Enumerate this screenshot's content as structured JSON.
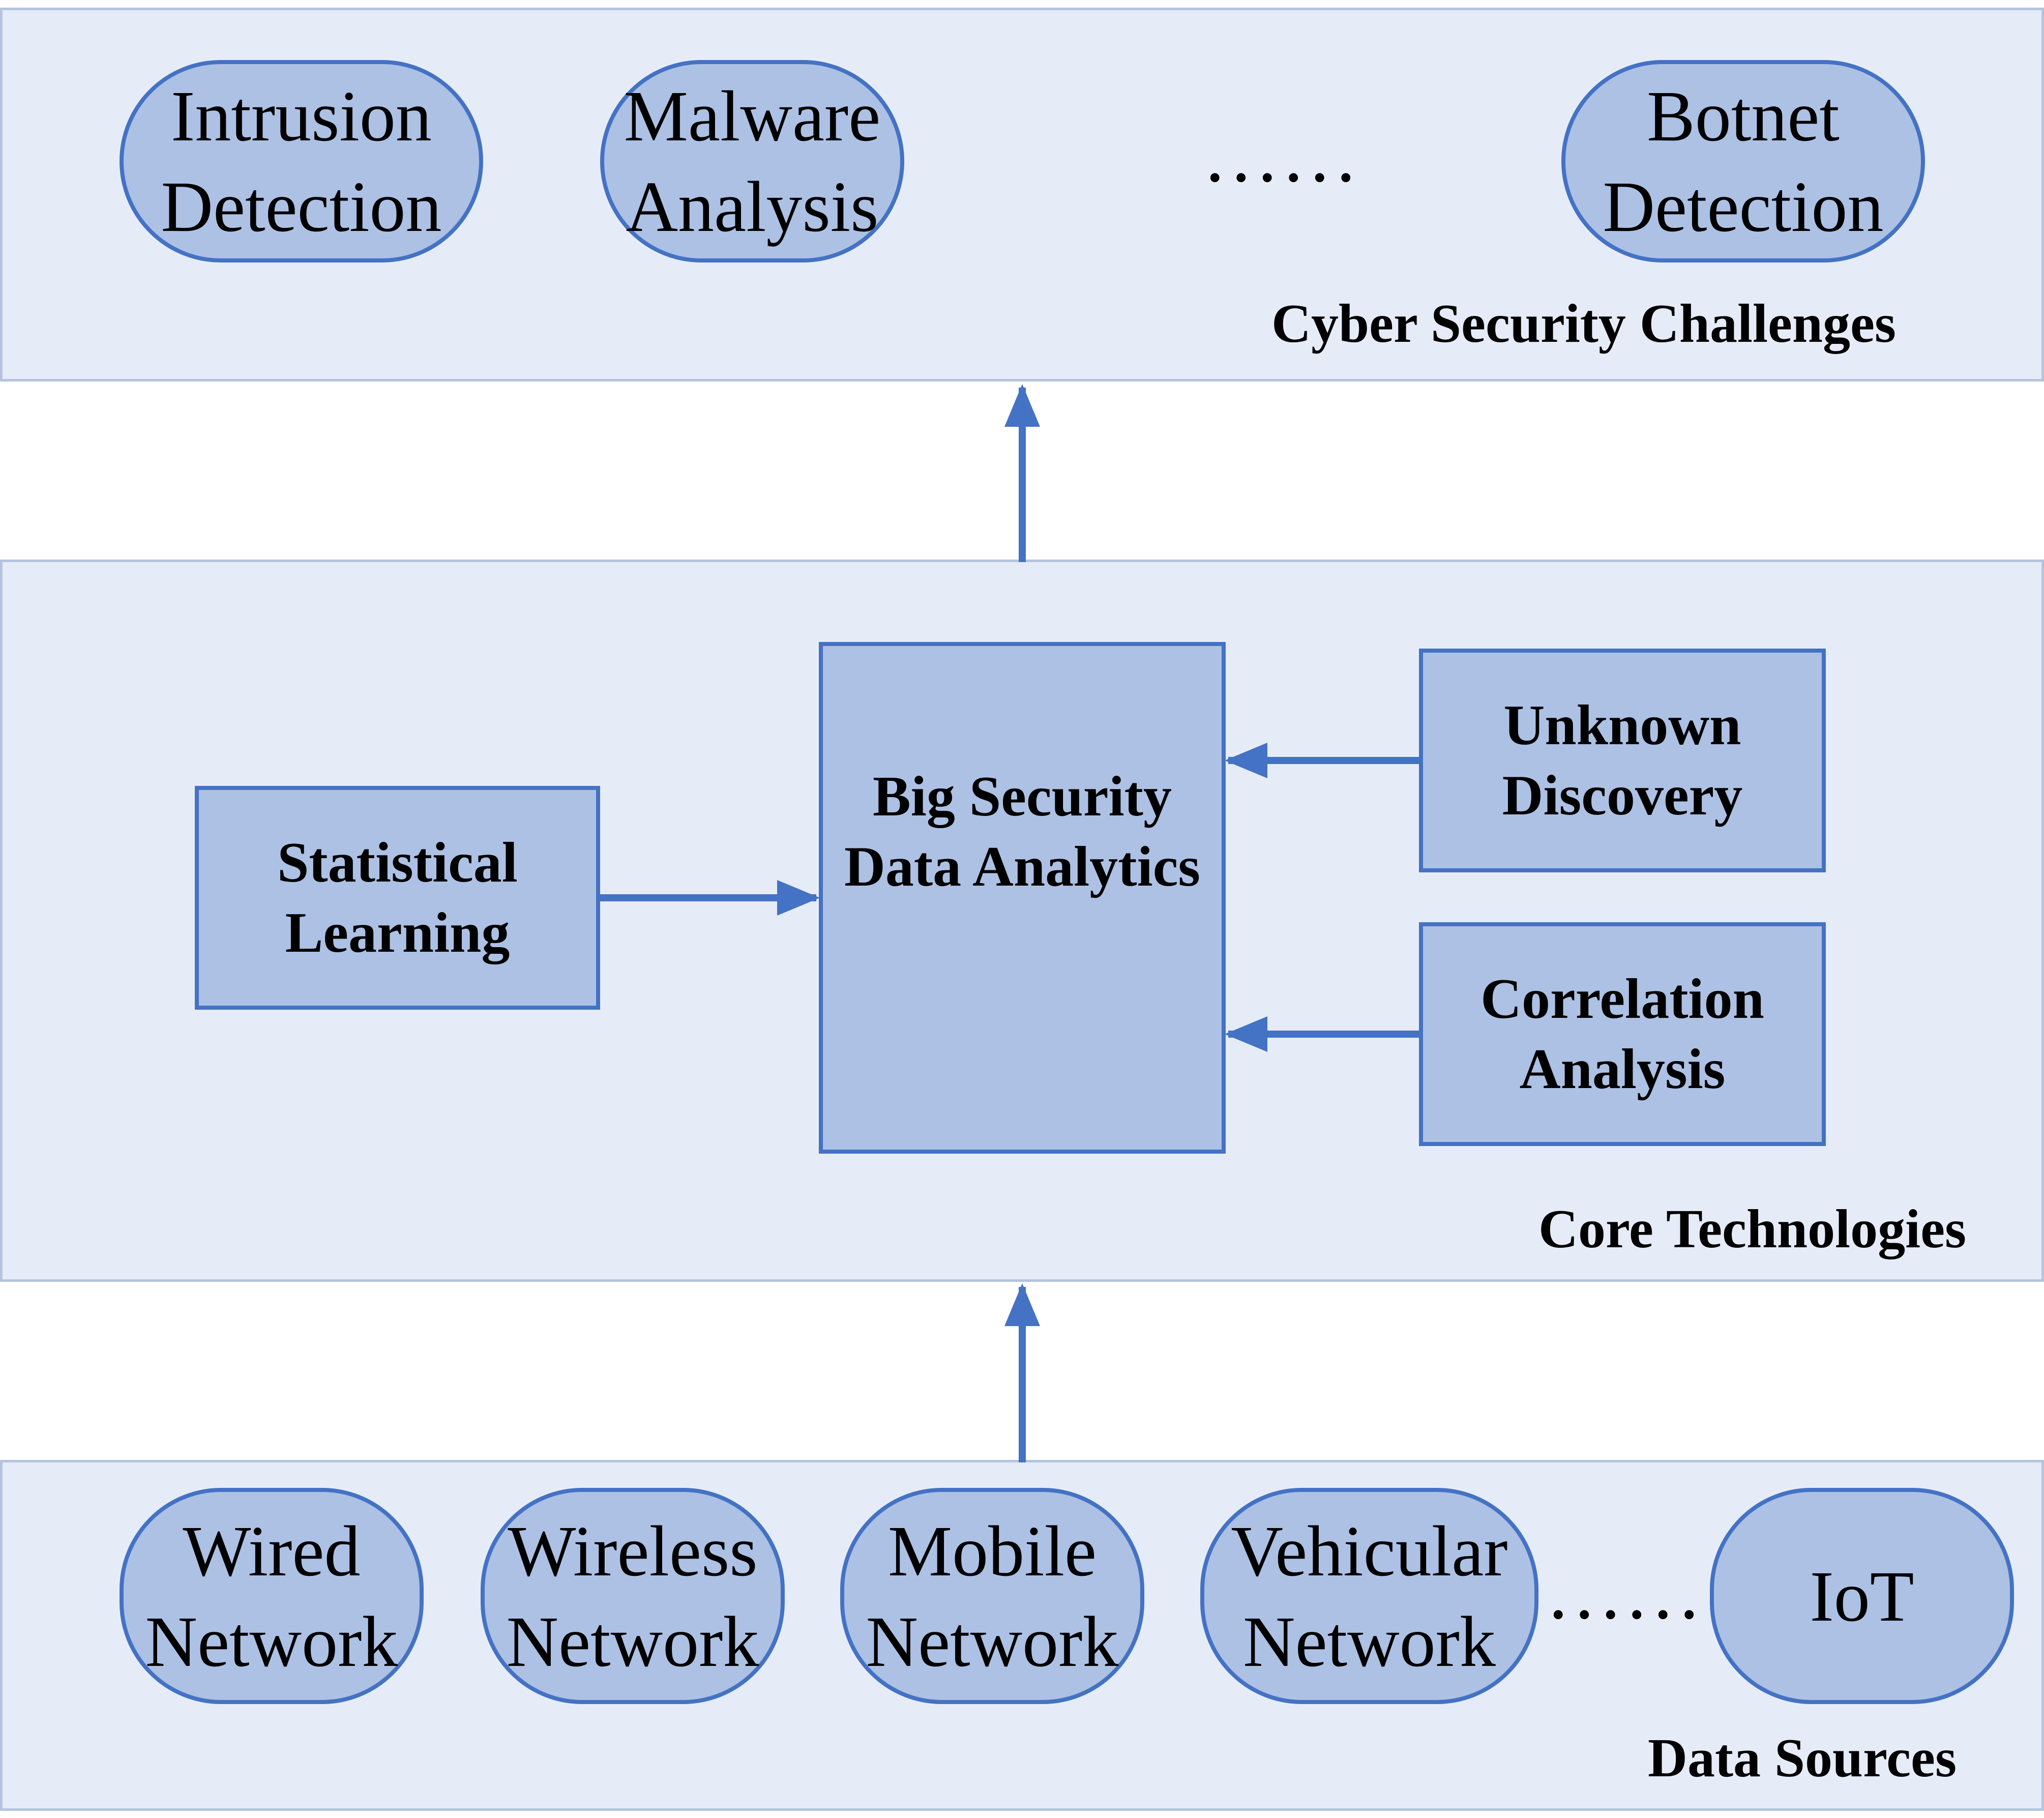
{
  "layers": {
    "challenges": {
      "label": "Cyber Security Challenges",
      "items": [
        "Intrusion\nDetection",
        "Malware\nAnalysis",
        "Botnet\nDetection"
      ],
      "ellipsis": "......"
    },
    "core": {
      "label": "Core Technologies",
      "center": "Big Security\nData Analytics",
      "left": "Statistical\nLearning",
      "right_top": "Unknown\nDiscovery",
      "right_bottom": "Correlation\nAnalysis"
    },
    "sources": {
      "label": "Data Sources",
      "items": [
        "Wired\nNetwork",
        "Wireless\nNetwork",
        "Mobile\nNetwork",
        "Vehicular\nNetwork",
        "IoT"
      ],
      "ellipsis": "......"
    }
  },
  "colors": {
    "panel_fill": "#e6ecf7",
    "panel_border": "#b4c4e0",
    "node_fill": "#adc1e4",
    "node_border": "#4472c4",
    "arrow": "#4472c4"
  }
}
